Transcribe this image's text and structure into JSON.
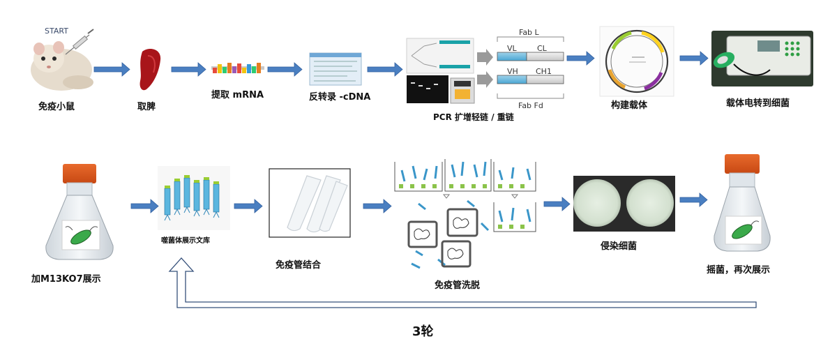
{
  "row1": {
    "start": "START",
    "mouse": "免疫小鼠",
    "spleen": "取脾",
    "mrna": "提取 mRNA",
    "cdna": "反转录 -cDNA",
    "pcr": "PCR 扩增轻链 / 重链",
    "fab_l": "Fab L",
    "vl": "VL",
    "cl": "CL",
    "vh": "VH",
    "ch1": "CH1",
    "fab_fd": "Fab Fd",
    "vector": "构建载体",
    "electro": "载体电转到细菌"
  },
  "row2": {
    "m13": "加M13KO7展示",
    "library": "噬菌体展示文库",
    "binding": "免疫管结合",
    "elution": "免疫管洗脱",
    "infect": "侵染细菌",
    "shake": "摇菌，再次展示"
  },
  "loop": {
    "rounds": "3轮"
  },
  "colors": {
    "arrow": "#4a7fc1",
    "arrow_dark": "#2f5e9e",
    "loop": "#35507a"
  }
}
